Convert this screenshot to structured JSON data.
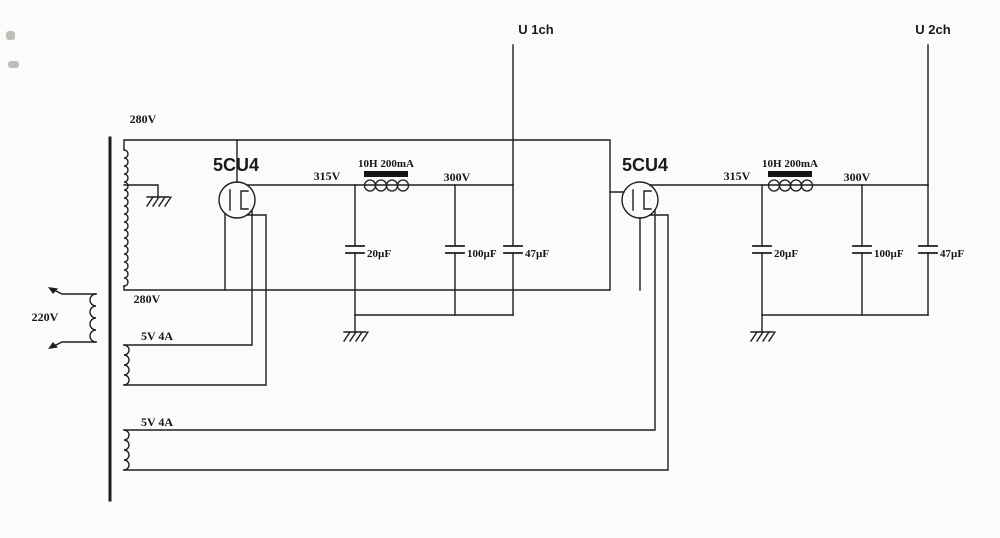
{
  "labels": {
    "primary_voltage": "220V",
    "ht_top": "280V",
    "ht_bottom": "280V",
    "heater1": "5V 4A",
    "heater2": "5V 4A"
  },
  "ch1": {
    "tube": "5CU4",
    "rectified": "315V",
    "choke": "10H 200mA",
    "filtered": "300V",
    "cap1": "20µF",
    "cap2": "100µF",
    "cap3": "47µF",
    "output": "U 1ch"
  },
  "ch2": {
    "tube": "5CU4",
    "rectified": "315V",
    "choke": "10H 200mA",
    "filtered": "300V",
    "cap1": "20µF",
    "cap2": "100µF",
    "cap3": "47µF",
    "output": "U 2ch"
  },
  "colors": {
    "line": "#1e1e1e",
    "background": "#fbfbf9"
  }
}
